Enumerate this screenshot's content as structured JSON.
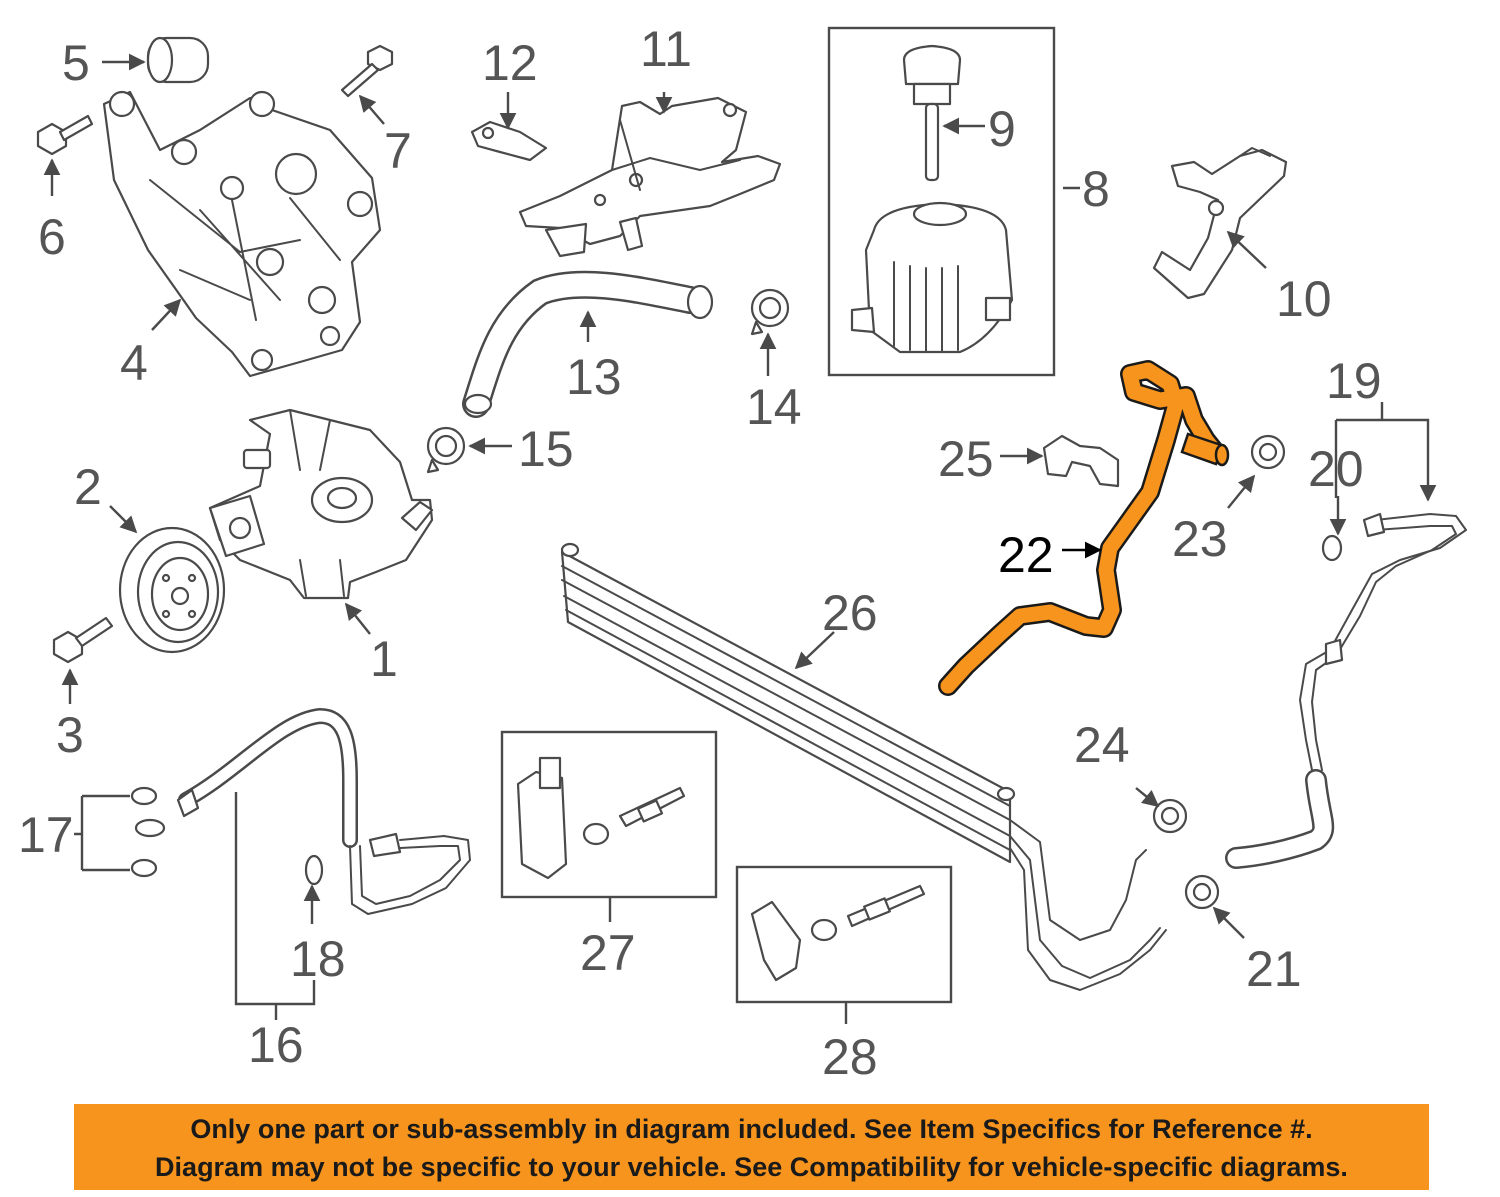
{
  "callouts": {
    "c1": "1",
    "c2": "2",
    "c3": "3",
    "c4": "4",
    "c5": "5",
    "c6": "6",
    "c7": "7",
    "c8": "8",
    "c9": "9",
    "c10": "10",
    "c11": "11",
    "c12": "12",
    "c13": "13",
    "c14": "14",
    "c15": "15",
    "c16": "16",
    "c17": "17",
    "c18": "18",
    "c19": "19",
    "c20": "20",
    "c21": "21",
    "c22": "22",
    "c23": "23",
    "c24": "24",
    "c25": "25",
    "c26": "26",
    "c27": "27",
    "c28": "28"
  },
  "highlighted_part": "22",
  "colors": {
    "highlight": "#f7941d",
    "banner": "#f7941d",
    "line": "#4a4a4a",
    "label": "#555555"
  },
  "banner": {
    "line1": "Only one part or sub-assembly in diagram included. See Item Specifics for Reference #.",
    "line2": "Diagram may not be specific to your vehicle. See Compatibility for vehicle-specific diagrams."
  }
}
